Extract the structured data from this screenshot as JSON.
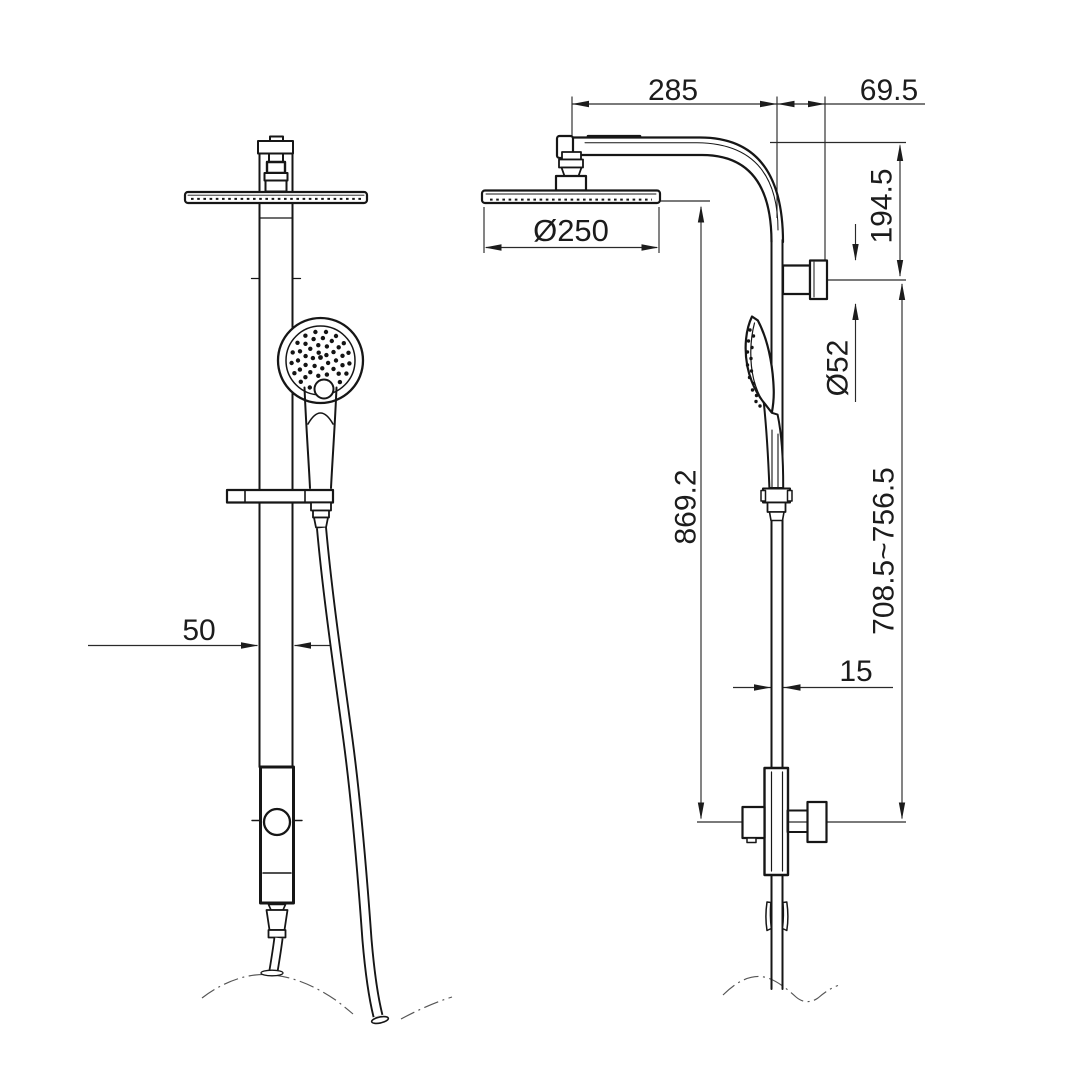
{
  "drawing": {
    "colors": {
      "line": "#161616",
      "dim_line": "#2a2a2a",
      "text": "#1c1c1c",
      "background": "#ffffff",
      "break_line": "#555555"
    },
    "dims": {
      "rain_head_reach": "285",
      "wall_offset": "69.5",
      "head_drop": "194.5",
      "rain_head_diameter": "Ø250",
      "bracket_diameter": "Ø52",
      "rail_length": "869.2",
      "bracket_span": "708.5~756.5",
      "column_depth": "15",
      "column_width": "50"
    }
  }
}
